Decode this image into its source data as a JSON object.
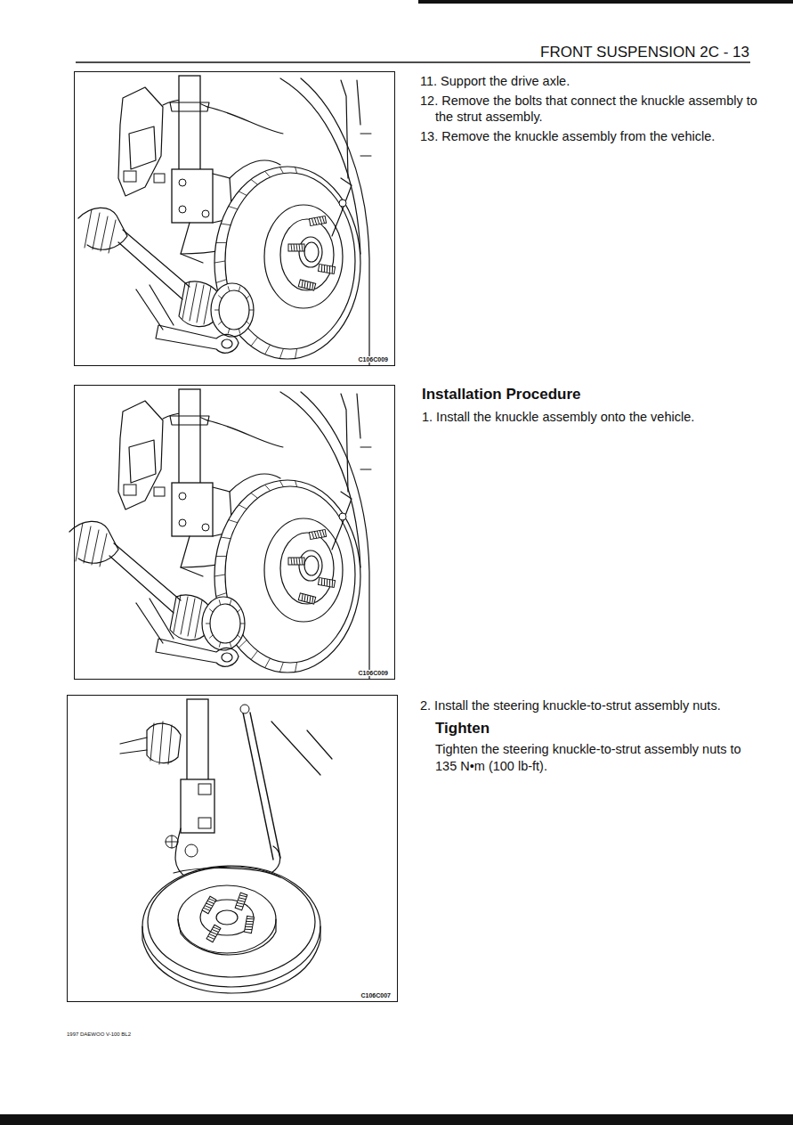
{
  "diagram": {
    "title": "FRONT SUSPENSION 2C - 13",
    "nodes": [
      {
        "text": [
          "C106C009"
        ]
      },
      {
        "text": [
          "C106C009"
        ]
      },
      {
        "text": [
          "C106C007"
        ]
      }
    ],
    "labels": [
      "11. Support the drive axle.",
      "12. Remove the bolts that connect the knuckle assembly to the strut assembly.",
      "13. Remove the knuckle assembly from the vehicle.",
      "Installation Procedure",
      "1. Install the knuckle assembly onto the vehicle.",
      "2. Install the steering knuckle-to-strut assembly nuts.",
      "Tighten",
      "Tighten the steering knuckle-to-strut assembly nuts to 135 N•m (100 lb-ft).",
      "1997 DAEWOO V-100 BL2"
    ]
  }
}
